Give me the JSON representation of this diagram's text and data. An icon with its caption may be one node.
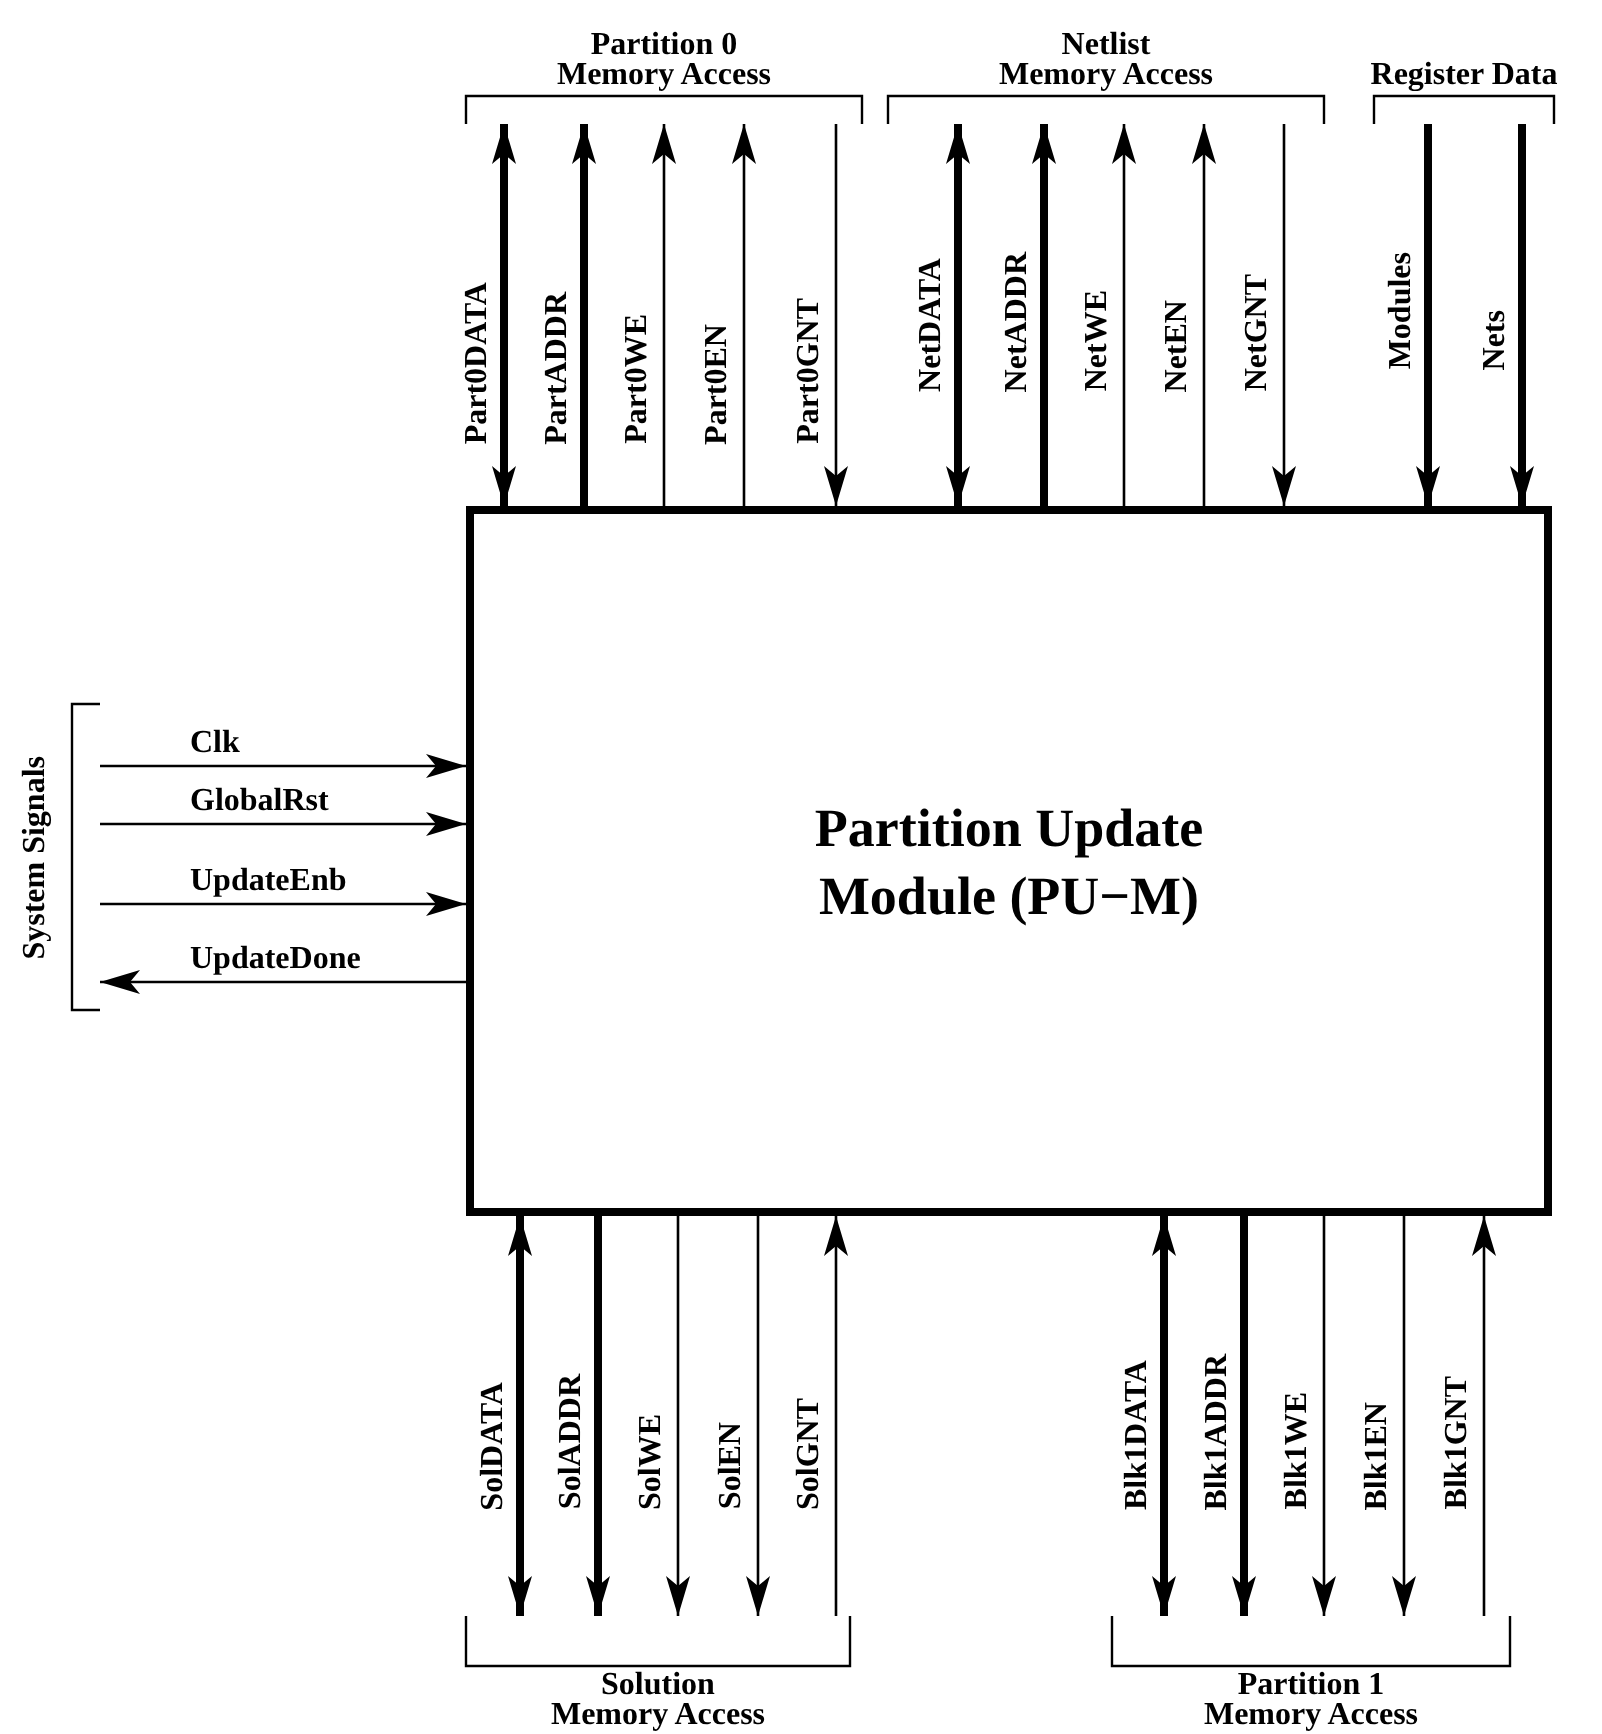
{
  "diagram": {
    "nodes": [
      {
        "text": [
          "Partition Update Module (PU−M)"
        ]
      },
      {
        "text": [
          "Partition 0 Memory Access"
        ]
      },
      {
        "text": [
          "Netlist Memory Access"
        ]
      },
      {
        "text": [
          "Register Data"
        ]
      },
      {
        "text": [
          "System Signals"
        ]
      },
      {
        "text": [
          "Solution Memory Access"
        ]
      },
      {
        "text": [
          "Partition 1 Memory Access"
        ]
      }
    ],
    "edges": [
      {
        "from": 1,
        "to": 0,
        "arrow": "both",
        "label": "Part0DATA",
        "style": "thick"
      },
      {
        "from": 0,
        "to": 1,
        "arrow": "to",
        "label": "PartADDR",
        "style": "thick"
      },
      {
        "from": 0,
        "to": 1,
        "arrow": "to",
        "label": "Part0WE"
      },
      {
        "from": 0,
        "to": 1,
        "arrow": "to",
        "label": "Part0EN"
      },
      {
        "from": 1,
        "to": 0,
        "arrow": "to",
        "label": "Part0GNT"
      },
      {
        "from": 2,
        "to": 0,
        "arrow": "both",
        "label": "NetDATA",
        "style": "thick"
      },
      {
        "from": 0,
        "to": 2,
        "arrow": "to",
        "label": "NetADDR",
        "style": "thick"
      },
      {
        "from": 0,
        "to": 2,
        "arrow": "to",
        "label": "NetWE"
      },
      {
        "from": 0,
        "to": 2,
        "arrow": "to",
        "label": "NetEN"
      },
      {
        "from": 2,
        "to": 0,
        "arrow": "to",
        "label": "NetGNT"
      },
      {
        "from": 3,
        "to": 0,
        "arrow": "to",
        "label": "Modules",
        "style": "thick"
      },
      {
        "from": 3,
        "to": 0,
        "arrow": "to",
        "label": "Nets",
        "style": "thick"
      },
      {
        "from": 4,
        "to": 0,
        "arrow": "to",
        "label": "Clk"
      },
      {
        "from": 4,
        "to": 0,
        "arrow": "to",
        "label": "GlobalRst"
      },
      {
        "from": 4,
        "to": 0,
        "arrow": "to",
        "label": "UpdateEnb"
      },
      {
        "from": 0,
        "to": 4,
        "arrow": "to",
        "label": "UpdateDone"
      },
      {
        "from": 5,
        "to": 0,
        "arrow": "both",
        "label": "SolDATA",
        "style": "thick"
      },
      {
        "from": 0,
        "to": 5,
        "arrow": "to",
        "label": "SolADDR",
        "style": "thick"
      },
      {
        "from": 0,
        "to": 5,
        "arrow": "to",
        "label": "SolWE"
      },
      {
        "from": 0,
        "to": 5,
        "arrow": "to",
        "label": "SolEN"
      },
      {
        "from": 5,
        "to": 0,
        "arrow": "to",
        "label": "SolGNT"
      },
      {
        "from": 6,
        "to": 0,
        "arrow": "both",
        "label": "Blk1DATA",
        "style": "thick"
      },
      {
        "from": 0,
        "to": 6,
        "arrow": "to",
        "label": "Blk1ADDR",
        "style": "thick"
      },
      {
        "from": 0,
        "to": 6,
        "arrow": "to",
        "label": "Blk1WE"
      },
      {
        "from": 0,
        "to": 6,
        "arrow": "to",
        "label": "Blk1EN"
      },
      {
        "from": 6,
        "to": 0,
        "arrow": "to",
        "label": "Blk1GNT"
      }
    ]
  }
}
